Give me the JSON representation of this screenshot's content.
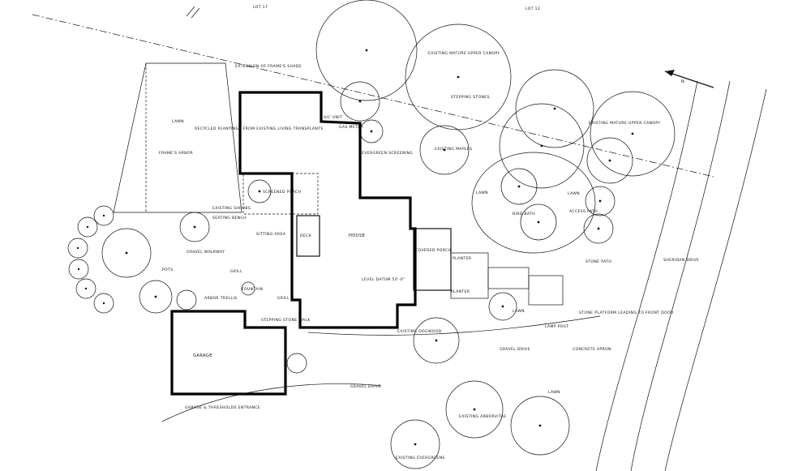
{
  "drawing": {
    "labels": {
      "lot_top_left": "LOT 17",
      "lot_top_right": "LOT 12",
      "extension_frames_shade": "EXTENSION OF FRAME'S SHADE",
      "existing_mature_upper_canopy_1": "EXISTING MATURE UPPER CANOPY",
      "existing_mature_upper_canopy_2": "EXISTING MATURE UPPER CANOPY",
      "lawn_nw": "LAWN",
      "recycled_plantings": "RECYCLED PLANTINGS FROM EXISTING LIVING TRANSPLANTS",
      "frames_arbor": "FRAME'S ARBOR",
      "ac_unit": "A/C UNIT",
      "gas_meter": "GAS METER",
      "screened_porch": "SCREENED PORCH",
      "evergreen_screening": "EVERGREEN SCREENING",
      "existing_maples": "EXISTING MAPLES",
      "lawn_center": "LAWN",
      "lawn_east": "LAWN",
      "bird_bath": "BIRD BATH",
      "access_path": "ACCESS PATH",
      "sitting_area": "SITTING AREA",
      "deck": "DECK",
      "house": "HOUSE",
      "level": "LEVEL DATUM 50'-0\"",
      "covered_porch": "COVERED PORCH",
      "gravel_walkway": "GRAVEL WALKWAY",
      "grill": "GRILL",
      "pots": "POTS",
      "existing_dogwood": "EXISTING DOGWOOD",
      "lawn_south": "LAWN",
      "lamp_post": "LAMP POST",
      "stone_platform": "STONE PLATFORM LEADING TO FRONT DOOR",
      "concrete_apron": "CONCRETE APRON",
      "gravel_drive_east": "GRAVEL DRIVE",
      "gravel_drive_west": "GRAVEL DRIVE",
      "garage": "GARAGE",
      "garage_entrance": "GARAGE & THRESHOLDS ENTRANCE",
      "existing_arborvitae": "EXISTING ARBORVITAE",
      "existing_evergreens": "EXISTING EVERGREENS",
      "lawn_far_south": "LAWN",
      "street": "SHERIDAN DRIVE",
      "planter_1": "PLANTER",
      "planter_2": "PLANTER",
      "arbor_trellis": "ARBOR TRELLIS",
      "stone_walk": "STEPPING STONE WALK",
      "stepping_stones": "STEPPING STONES",
      "existing_shrubs": "EXISTING SHRUBS",
      "grills": "GRILL",
      "fountain": "FOUNTAIN",
      "stone_path": "STONE PATH",
      "seating_bench": "SEATING BENCH",
      "north_label": "N"
    }
  }
}
